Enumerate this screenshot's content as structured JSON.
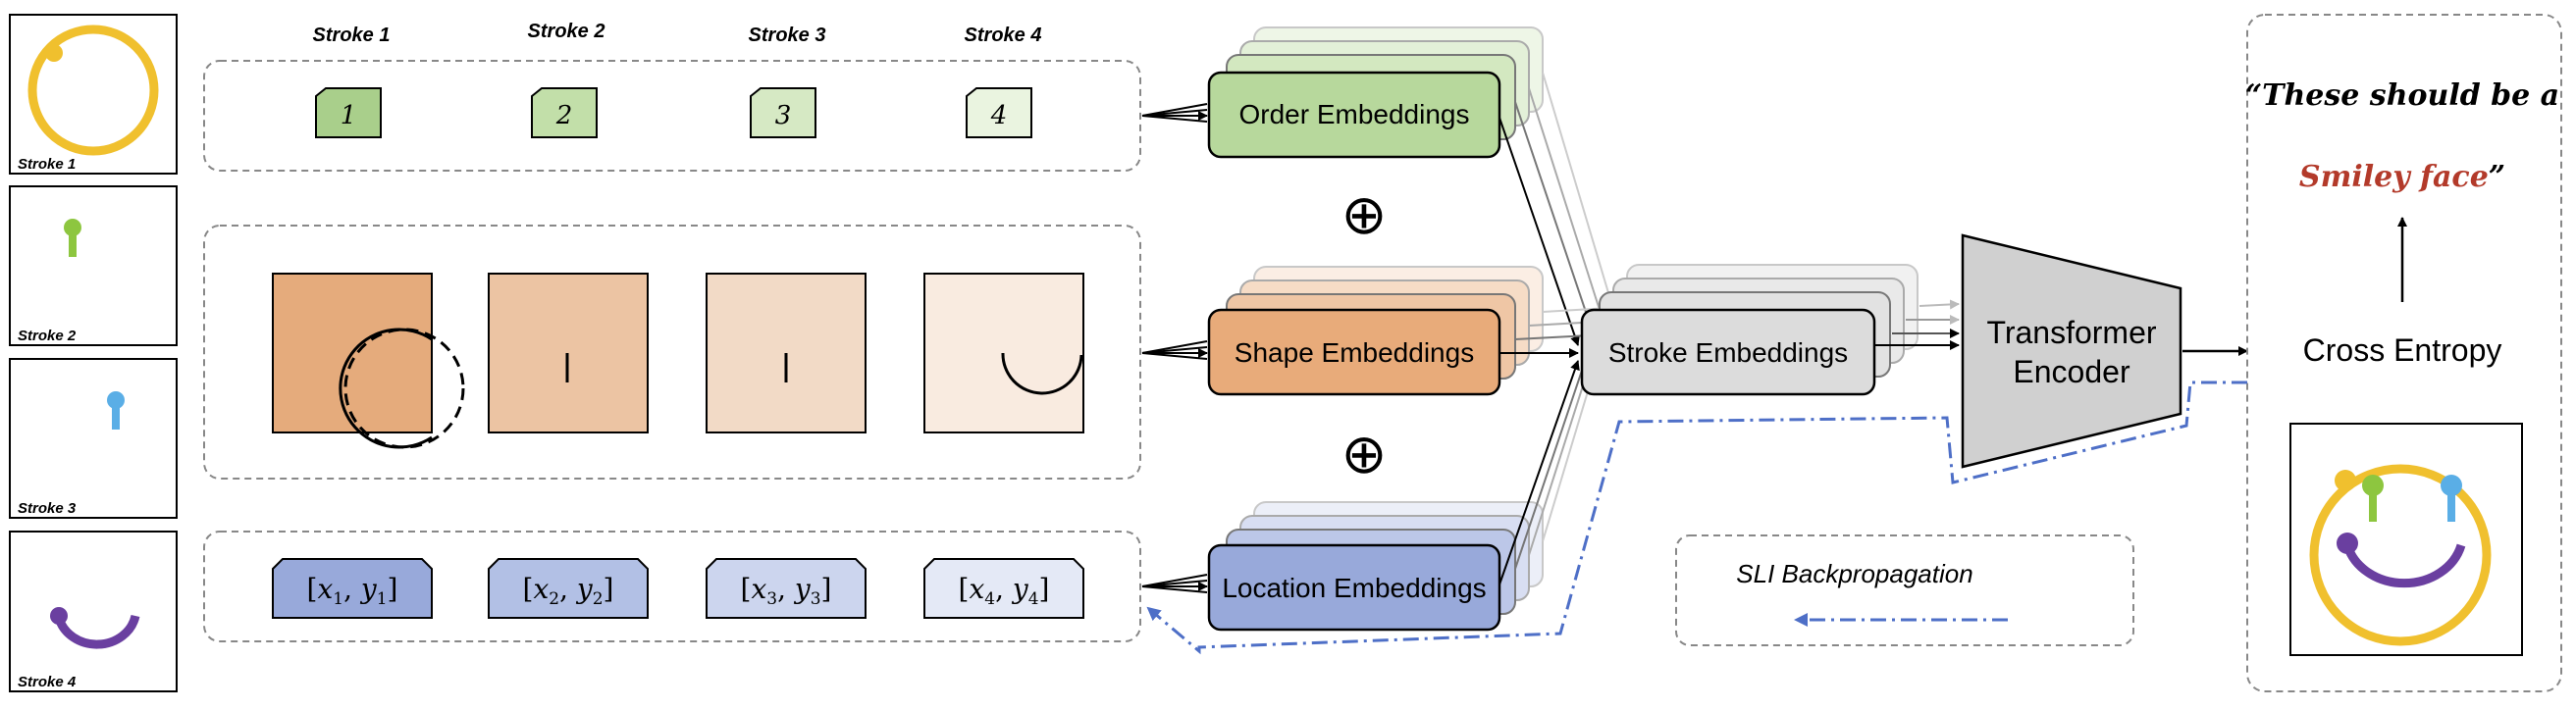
{
  "stroke_panels": [
    {
      "label": "Stroke 1",
      "icon": "yellow-circle-stroke"
    },
    {
      "label": "Stroke 2",
      "icon": "green-dash-stroke"
    },
    {
      "label": "Stroke 3",
      "icon": "blue-dash-stroke"
    },
    {
      "label": "Stroke 4",
      "icon": "purple-arc-stroke"
    }
  ],
  "order_row": {
    "headers": [
      "Stroke 1",
      "Stroke 2",
      "Stroke 3",
      "Stroke 4"
    ],
    "tokens": [
      "1",
      "2",
      "3",
      "4"
    ]
  },
  "location_row": {
    "tokens": [
      {
        "x": "x",
        "xs": "1",
        "y": "y",
        "ys": "1"
      },
      {
        "x": "x",
        "xs": "2",
        "y": "y",
        "ys": "2"
      },
      {
        "x": "x",
        "xs": "3",
        "y": "y",
        "ys": "3"
      },
      {
        "x": "x",
        "xs": "4",
        "y": "y",
        "ys": "4"
      }
    ]
  },
  "embeddings": {
    "order": "Order Embeddings",
    "shape": "Shape Embeddings",
    "location": "Location Embeddings",
    "stroke": "Stroke Embeddings",
    "plus_symbol": "⊕"
  },
  "encoder": {
    "line1": "Transformer",
    "line2": "Encoder"
  },
  "loss": {
    "label": "Cross Entropy"
  },
  "quote": {
    "line1": "“These should be a",
    "highlight": "Smiley face",
    "close": "”"
  },
  "legend": {
    "label": "SLI Backpropagation"
  },
  "colors": {
    "stroke_yellow": "#f0c02e",
    "stroke_green": "#8dc63f",
    "stroke_blue": "#5aaee6",
    "stroke_purple": "#6a3fa0",
    "order_fill": "#b7d89c",
    "shape_fill": "#e8ab7a",
    "location_fill": "#98a9da",
    "stroke_emb_fill": "#dcdcdc",
    "encoder_fill": "#d0d0d0",
    "backprop": "#4e6fc7",
    "smiley_text": "#b33a2a"
  }
}
